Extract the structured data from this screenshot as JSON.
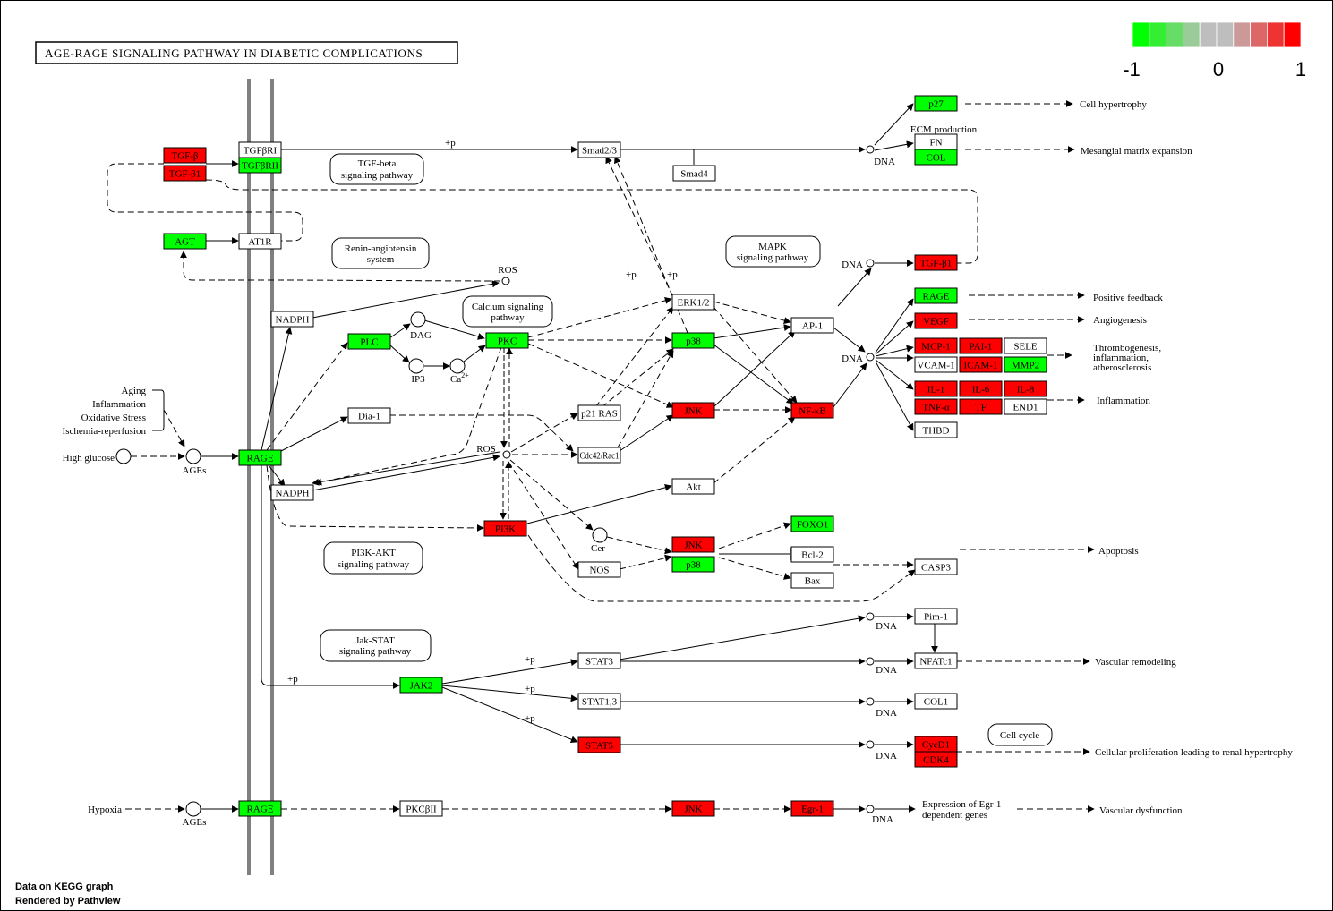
{
  "title": "AGE-RAGE SIGNALING PATHWAY IN DIABETIC COMPLICATIONS",
  "colors": {
    "up": "#ff0000",
    "down": "#00ff00",
    "none": "#ffffff",
    "membrane": "#808080",
    "legend_scale": [
      "#00ff00",
      "#33ee33",
      "#66dd66",
      "#99cc99",
      "#bebebe",
      "#bebebe",
      "#cc9999",
      "#dd6666",
      "#ee3333",
      "#ff0000"
    ]
  },
  "legend": {
    "min_label": "-1",
    "mid_label": "0",
    "max_label": "1"
  },
  "footer": {
    "line1": "Data on KEGG graph",
    "line2": "Rendered by Pathview"
  },
  "genes": {
    "tgfb": "TGF-β",
    "tgfb1_left": "TGF-β1",
    "tgfbr1": "TGFβRI",
    "tgfbr2": "TGFβRII",
    "agt": "AGT",
    "at1r": "AT1R",
    "nadph_top": "NADPH",
    "plc": "PLC",
    "pkc": "PKC",
    "rage_left": "RAGE",
    "dia1": "Dia-1",
    "nadph_bottom": "NADPH",
    "smad23": "Smad2/3",
    "smad4": "Smad4",
    "erk12": "ERK1/2",
    "p38_top": "p38",
    "jnk_mid": "JNK",
    "p21ras": "p21 RAS",
    "cdc42rac1": "Cdc42/Rac1",
    "akt": "Akt",
    "ap1": "AP-1",
    "nfkb": "NF-κB",
    "pi3k": "PI3K",
    "jnk_lower": "JNK",
    "p38_lower": "p38",
    "nos": "NOS",
    "foxo1": "FOXO1",
    "bcl2": "Bcl-2",
    "bax": "Bax",
    "casp3": "CASP3",
    "p27": "p27",
    "fn": "FN",
    "col": "COL",
    "tgfb1_right": "TGF-β1",
    "rage_right": "RAGE",
    "vegf": "VEGF",
    "mcp1": "MCP-1",
    "pai1": "PAI-1",
    "sele": "SELE",
    "vcam1": "VCAM-1",
    "icam1": "ICAM-1",
    "mmp2": "MMP2",
    "il1": "IL-1",
    "il6": "IL-6",
    "il8": "IL-8",
    "tnfa": "TNF-α",
    "tf": "TF",
    "end1": "END1",
    "thbd": "THBD",
    "jak2": "JAK2",
    "stat3": "STAT3",
    "stat13": "STAT1,3",
    "stat5": "STAT5",
    "pim1": "Pim-1",
    "nfatc1": "NFATc1",
    "col1": "COL1",
    "cycd1": "CycD1",
    "cdk4": "CDK4",
    "rage_bottom": "RAGE",
    "pkcb2": "PKCβII",
    "jnk_bottom": "JNK",
    "egr1": "Egr-1"
  },
  "pathways": {
    "tgfbeta": [
      "TGF-beta",
      "signaling pathway"
    ],
    "renin": [
      "Renin-angiotensin",
      "system"
    ],
    "calcium": [
      "Calcium signaling",
      "pathway"
    ],
    "mapk": [
      "MAPK",
      "signaling pathway"
    ],
    "pi3k": [
      "PI3K-AKT",
      "signaling pathway"
    ],
    "jakstat": [
      "Jak-STAT",
      "signaling pathway"
    ],
    "cellcycle": [
      "Cell cycle"
    ]
  },
  "compounds": {
    "ros_top": "ROS",
    "dag": "DAG",
    "ip3": "IP3",
    "ca": "Ca",
    "ca_sup": "2+",
    "ros_mid": "ROS",
    "ages_left": "AGEs",
    "cer": "Cer",
    "ages_bottom": "AGEs",
    "high_glucose": "High glucose",
    "hypoxia": "Hypoxia"
  },
  "labels": {
    "aging": "Aging",
    "inflammation_in": "Inflammation",
    "oxidative_stress": "Oxidative Stress",
    "ischemia": "Ischemia-reperfusion",
    "ecm_production": "ECM production",
    "p1": "+p",
    "p2": "+p",
    "p3": "+p",
    "p4": "+p",
    "p5": "+p",
    "p6": "+p",
    "p7": "+p",
    "dna": "DNA"
  },
  "outcomes": {
    "cell_hypertrophy": "Cell hypertrophy",
    "mesangial": "Mesangial matrix expansion",
    "positive_feedback": "Positive feedback",
    "angiogenesis": "Angiogenesis",
    "thrombogenesis": [
      "Thrombogenesis,",
      "inflammation,",
      "atherosclerosis"
    ],
    "inflammation": "Inflammation",
    "apoptosis": "Apoptosis",
    "vascular_remodeling": "Vascular remodeling",
    "cellular_proliferation": "Cellular proliferation leading to renal hypertrophy",
    "egr1_expression": [
      "Expression of Egr-1",
      "dependent genes"
    ],
    "vascular_dysfunction": "Vascular dysfunction"
  },
  "expression": {
    "tgfb": "up",
    "tgfb1_left": "up",
    "tgfbr1": "none",
    "tgfbr2": "down",
    "agt": "down",
    "at1r": "none",
    "nadph_top": "none",
    "plc": "down",
    "pkc": "down",
    "rage_left": "down",
    "dia1": "none",
    "nadph_bottom": "none",
    "smad23": "none",
    "smad4": "none",
    "erk12": "none",
    "p38_top": "down",
    "jnk_mid": "up",
    "p21ras": "none",
    "cdc42rac1": "none",
    "akt": "none",
    "ap1": "none",
    "nfkb": "up",
    "pi3k": "up",
    "jnk_lower": "up",
    "p38_lower": "down",
    "nos": "none",
    "foxo1": "down",
    "bcl2": "none",
    "bax": "none",
    "casp3": "none",
    "p27": "down",
    "fn": "none",
    "col": "down",
    "tgfb1_right": "up",
    "rage_right": "down",
    "vegf": "up",
    "mcp1": "up",
    "pai1": "up",
    "sele": "none",
    "vcam1": "none",
    "icam1": "up",
    "mmp2": "down",
    "il1": "up",
    "il6": "up",
    "il8": "up",
    "tnfa": "up",
    "tf": "up",
    "end1": "none",
    "thbd": "none",
    "jak2": "down",
    "stat3": "none",
    "stat13": "none",
    "stat5": "up",
    "pim1": "none",
    "nfatc1": "none",
    "col1": "none",
    "cycd1": "up",
    "cdk4": "up",
    "rage_bottom": "down",
    "pkcb2": "none",
    "jnk_bottom": "up",
    "egr1": "up"
  }
}
